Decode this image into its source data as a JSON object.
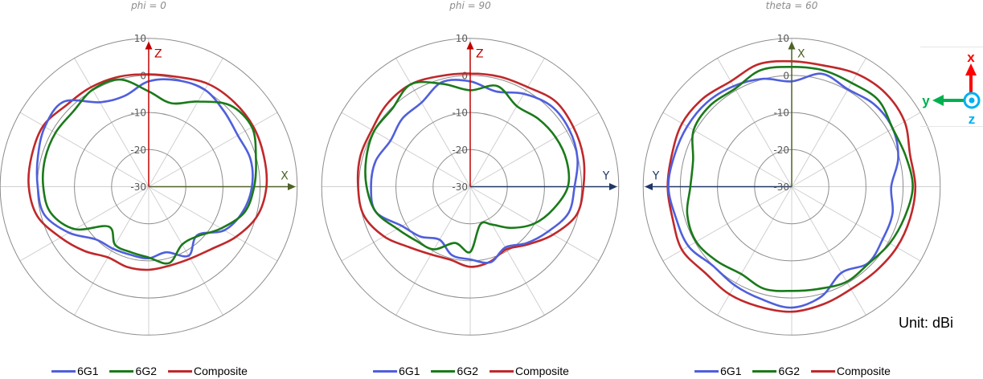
{
  "charts": [
    {
      "title": "phi = 0",
      "h_axis_label": "X",
      "h_axis_dir": "right",
      "v_axis_label": "Z",
      "v_axis_color": "#c00000",
      "h_axis_color": "#4f6228"
    },
    {
      "title": "phi = 90",
      "h_axis_label": "Y",
      "h_axis_dir": "right",
      "v_axis_label": "Z",
      "v_axis_color": "#c00000",
      "h_axis_color": "#1f3864"
    },
    {
      "title": "theta = 60",
      "h_axis_label": "Y",
      "h_axis_dir": "left",
      "v_axis_label": "X",
      "v_axis_color": "#4f6228",
      "h_axis_color": "#1f3864"
    }
  ],
  "legend": [
    {
      "label": "6G1",
      "color": "#4f5fdc"
    },
    {
      "label": "6G2",
      "color": "#1a7a1a"
    },
    {
      "label": "Composite",
      "color": "#c0282a"
    }
  ],
  "unit_label": "Unit: dBi",
  "axis_icon": {
    "x_label": "x",
    "y_label": "y",
    "z_label": "z",
    "x_color": "#ff0000",
    "y_color": "#00b050",
    "z_color": "#00b0f0"
  },
  "chart_data": [
    {
      "type": "polar",
      "title": "phi = 0",
      "angle_unit": "deg (clockwise from +Z up)",
      "radial_ticks": [
        -30,
        -20,
        -10,
        0,
        10
      ],
      "rlim": [
        -30,
        10
      ],
      "angles": [
        0,
        15,
        30,
        45,
        60,
        75,
        90,
        105,
        120,
        135,
        150,
        165,
        180,
        195,
        210,
        225,
        240,
        255,
        270,
        285,
        300,
        315,
        330,
        345
      ],
      "series": [
        {
          "name": "6G1",
          "values": [
            -1.6,
            -0.3,
            0.2,
            -1.3,
            -2.3,
            -1.6,
            -2.2,
            -3.8,
            -6.5,
            -11.5,
            -8.5,
            -11.7,
            -10.7,
            -11.0,
            -10.7,
            -9.9,
            -5.2,
            -0.9,
            -0.1,
            0.9,
            2.3,
            2.4,
            -3.7,
            -4.7
          ]
        },
        {
          "name": "6G2",
          "values": [
            -4.3,
            -6.7,
            -3.5,
            1.0,
            2.1,
            -0.1,
            -1.6,
            -3.3,
            -7.5,
            -11.2,
            -12.0,
            -8.7,
            -10.9,
            -11.7,
            -11.9,
            -14.8,
            -7.1,
            -2.7,
            -1.6,
            -1.1,
            -1.0,
            -1.3,
            0.2,
            -0.1
          ]
        },
        {
          "name": "Composite",
          "values": [
            0.3,
            0.6,
            2.0,
            2.4,
            2.5,
            2.1,
            1.7,
            0.3,
            -2.9,
            -6.2,
            -7.6,
            -8.0,
            -7.6,
            -7.6,
            -8.0,
            -5.5,
            -2.6,
            1.0,
            2.3,
            2.6,
            2.8,
            1.2,
            1.0,
            0.7
          ]
        }
      ]
    },
    {
      "type": "polar",
      "title": "phi = 90",
      "angle_unit": "deg (clockwise from +Z up)",
      "radial_ticks": [
        -30,
        -20,
        -10,
        0,
        10
      ],
      "rlim": [
        -30,
        10
      ],
      "angles": [
        0,
        15,
        30,
        45,
        60,
        75,
        90,
        105,
        120,
        135,
        150,
        165,
        180,
        195,
        210,
        225,
        240,
        255,
        270,
        285,
        300,
        315,
        330,
        345
      ],
      "series": [
        {
          "name": "6G1",
          "values": [
            -1.6,
            -3.4,
            -1.1,
            0.8,
            0.8,
            -0.1,
            -1.9,
            -2.6,
            -5.8,
            -8.5,
            -11.1,
            -8.9,
            -10.4,
            -10.9,
            -13.5,
            -11.0,
            -8.8,
            -3.7,
            -3.3,
            -3.6,
            -5.2,
            -4.1,
            -3.8,
            -0.8
          ]
        },
        {
          "name": "6G2",
          "values": [
            -4.0,
            -1.9,
            -4.9,
            -4.1,
            -3.4,
            -3.1,
            -3.7,
            -6.8,
            -10.1,
            -14.3,
            -18.2,
            -19.5,
            -12.4,
            -14.3,
            -10.5,
            -9.4,
            -7.3,
            -3.7,
            -2.1,
            -1.0,
            -0.1,
            -0.3,
            1.9,
            -1.3
          ]
        },
        {
          "name": "Composite",
          "values": [
            0.5,
            0.7,
            1.0,
            2.5,
            2.1,
            1.5,
            0.5,
            -0.4,
            -4.2,
            -8.0,
            -10.5,
            -9.1,
            -8.4,
            -9.6,
            -8.9,
            -6.9,
            -3.2,
            -0.3,
            0.2,
            0.7,
            0.6,
            1.6,
            1.9,
            0.9
          ]
        }
      ]
    },
    {
      "type": "polar",
      "title": "theta = 60",
      "angle_unit": "deg (clockwise from +X up)",
      "radial_ticks": [
        -30,
        -20,
        -10,
        0,
        10
      ],
      "rlim": [
        -30,
        10
      ],
      "angles": [
        0,
        15,
        30,
        45,
        60,
        75,
        90,
        105,
        120,
        135,
        150,
        165,
        180,
        195,
        210,
        225,
        240,
        255,
        270,
        285,
        300,
        315,
        330,
        345
      ],
      "series": [
        {
          "name": "6G1",
          "values": [
            -1.6,
            1.5,
            0.3,
            1.4,
            1.4,
            -0.3,
            -3.2,
            -1.9,
            -1.7,
            -0.9,
            -3.2,
            0.7,
            2.6,
            1.4,
            0.7,
            0.1,
            2.1,
            2.3,
            3.2,
            2.7,
            2.5,
            2.2,
            1.3,
            0.1
          ]
        },
        {
          "name": "6G2",
          "values": [
            2.3,
            2.5,
            2.3,
            3.0,
            1.4,
            1.8,
            2.6,
            1.5,
            0.5,
            -0.7,
            -0.4,
            -1.5,
            -1.9,
            -1.5,
            -2.8,
            -1.6,
            -0.3,
            -0.9,
            -2.7,
            -2.5,
            0.5,
            1.0,
            0.5,
            2.5
          ]
        },
        {
          "name": "Composite",
          "values": [
            3.8,
            3.8,
            5.1,
            5.7,
            5.1,
            3.0,
            3.3,
            3.0,
            2.7,
            2.1,
            1.9,
            2.8,
            3.7,
            3.5,
            3.5,
            2.9,
            4.1,
            3.2,
            3.4,
            3.4,
            4.1,
            3.7,
            2.8,
            4.2
          ]
        }
      ]
    }
  ]
}
